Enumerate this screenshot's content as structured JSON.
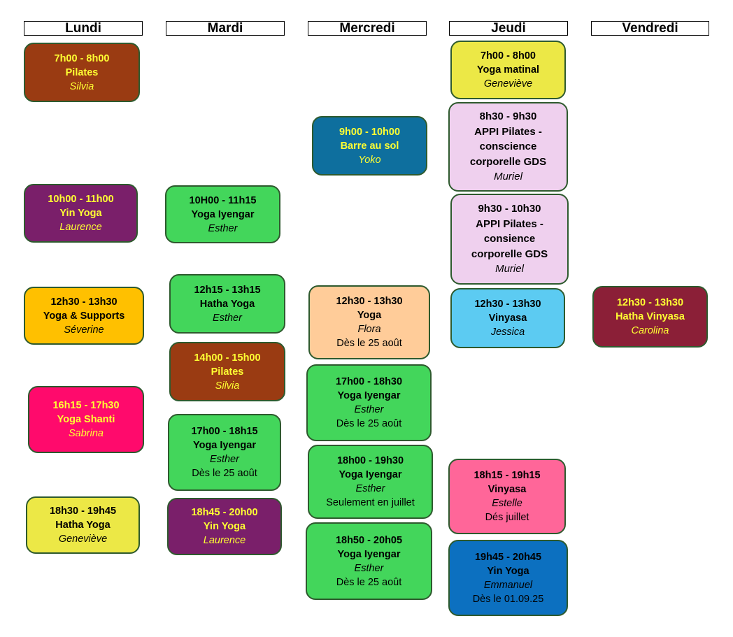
{
  "days": [
    "Lundi",
    "Mardi",
    "Mercredi",
    "Jeudi",
    "Vendredi"
  ],
  "colors": {
    "brown": "#9a3b12",
    "purple": "#7a1f6a",
    "green": "#43d65b",
    "blue": "#0e6f9e",
    "yellow": "#ece846",
    "orange": "#ffc000",
    "pink": "#ff0a6c",
    "lilac": "#efd0ee",
    "peach": "#ffcc99",
    "light_blue": "#5ccbf2",
    "maroon": "#8b1f37",
    "rose": "#ff6699",
    "royal_blue": "#0c70c0",
    "highlight_text": "#ffff33",
    "border": "#2e5a2e"
  },
  "lundi": [
    {
      "time": "7h00 - 8h00",
      "course": "Pilates",
      "teacher": "Silvia"
    },
    {
      "time": "10h00 - 11h00",
      "course": "Yin Yoga",
      "teacher": "Laurence"
    },
    {
      "time": "12h30 - 13h30",
      "course": "Yoga & Supports",
      "teacher": "Séverine"
    },
    {
      "time": "16h15 - 17h30",
      "course": "Yoga Shanti",
      "teacher": "Sabrina"
    },
    {
      "time": "18h30 - 19h45",
      "course": "Hatha Yoga",
      "teacher": "Geneviève"
    }
  ],
  "mardi": [
    {
      "time": "10H00 - 11h15",
      "course": "Yoga Iyengar",
      "teacher": "Esther"
    },
    {
      "time": "12h15 - 13h15",
      "course": "Hatha Yoga",
      "teacher": "Esther"
    },
    {
      "time": "14h00 - 15h00",
      "course": "Pilates",
      "teacher": "Silvia"
    },
    {
      "time": "17h00 - 18h15",
      "course": "Yoga Iyengar",
      "teacher": "Esther",
      "note": "Dès le 25 août"
    },
    {
      "time": "18h45 - 20h00",
      "course": "Yin Yoga",
      "teacher": "Laurence"
    }
  ],
  "mercredi": [
    {
      "time": "9h00 - 10h00",
      "course": "Barre au sol",
      "teacher": "Yoko"
    },
    {
      "time": "12h30 - 13h30",
      "course": "Yoga",
      "teacher": "Flora",
      "note": "Dès le 25 août"
    },
    {
      "time": "17h00 - 18h30",
      "course": "Yoga Iyengar",
      "teacher": "Esther",
      "note": "Dès  le 25 août"
    },
    {
      "time": "18h00 - 19h30",
      "course": "Yoga Iyengar",
      "teacher": "Esther",
      "note": "Seulement en juillet"
    },
    {
      "time": "18h50 - 20h05",
      "course": "Yoga Iyengar",
      "teacher": "Esther",
      "note": "Dès  le 25 août"
    }
  ],
  "jeudi": [
    {
      "time": "7h00 - 8h00",
      "course": "Yoga matinal",
      "teacher": "Geneviève"
    },
    {
      "time": "8h30 - 9h30",
      "course_lines": [
        "APPI Pilates -",
        "conscience",
        "corporelle GDS"
      ],
      "teacher": "Muriel"
    },
    {
      "time": "9h30 - 10h30",
      "course_lines": [
        "APPI Pilates -",
        "consience",
        "corporelle  GDS"
      ],
      "teacher": "Muriel"
    },
    {
      "time": "12h30 - 13h30",
      "course": "Vinyasa",
      "teacher": "Jessica"
    },
    {
      "time": "18h15 - 19h15",
      "course": "Vinyasa",
      "teacher": "Estelle",
      "note": "Dés juillet"
    },
    {
      "time": "19h45 - 20h45",
      "course": "Yin Yoga",
      "teacher": "Emmanuel",
      "note": "Dès  le  01.09.25"
    }
  ],
  "vendredi": [
    {
      "time": "12h30 - 13h30",
      "course": "Hatha Vinyasa",
      "teacher": "Carolina"
    }
  ]
}
